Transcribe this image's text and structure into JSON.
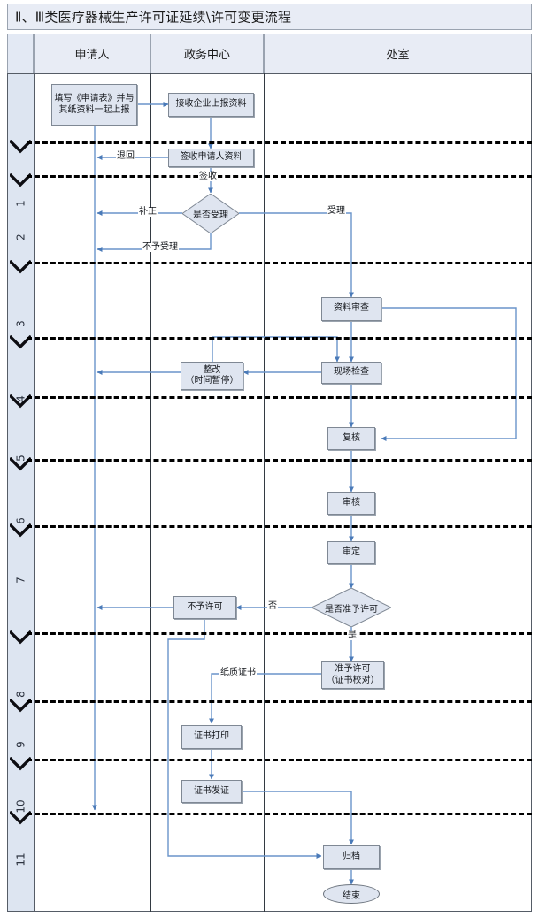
{
  "title": "Ⅱ、Ⅲ类医疗器械生产许可证延续\\许可变更流程",
  "colors": {
    "header_fill": "#e8ecf5",
    "box_fill": "#dfe5f0",
    "box_border": "#7f8894",
    "connector": "#5b87c5",
    "stage_fill": "#dde5f1",
    "lane_line": "#333a42",
    "dashed_line": "#000000"
  },
  "header": {
    "stage_label": "",
    "columns": [
      {
        "label": "申请人"
      },
      {
        "label": "政务中心"
      },
      {
        "label": "处室"
      }
    ]
  },
  "stages": [
    {
      "number": "1"
    },
    {
      "number": "2"
    },
    {
      "number": "3"
    },
    {
      "number": "4"
    },
    {
      "number": "5"
    },
    {
      "number": "6"
    },
    {
      "number": "7"
    },
    {
      "number": "8"
    },
    {
      "number": "9"
    },
    {
      "number": "10"
    },
    {
      "number": "11"
    }
  ],
  "nodes": [
    {
      "id": "fill-form",
      "shape": "process",
      "lane": "申请人",
      "text": "填写《申请表》并与其纸资料一起上报"
    },
    {
      "id": "receive-docs",
      "shape": "process",
      "lane": "政务中心",
      "text": "接收企业上报资料"
    },
    {
      "id": "sign-docs",
      "shape": "process",
      "lane": "政务中心",
      "text": "签收申请人资料"
    },
    {
      "id": "accept-decision",
      "shape": "decision",
      "lane": "政务中心",
      "text": "是否受理"
    },
    {
      "id": "doc-review",
      "shape": "process",
      "lane": "处室",
      "text": "资料审查"
    },
    {
      "id": "rectify",
      "shape": "process",
      "lane": "政务中心",
      "text": "整改\n（时间暂停）"
    },
    {
      "id": "site-check",
      "shape": "process",
      "lane": "处室",
      "text": "现场检查"
    },
    {
      "id": "re-review",
      "shape": "process",
      "lane": "处室",
      "text": "复核"
    },
    {
      "id": "examine",
      "shape": "process",
      "lane": "处室",
      "text": "审核"
    },
    {
      "id": "approve-set",
      "shape": "process",
      "lane": "处室",
      "text": "审定"
    },
    {
      "id": "permit-decision",
      "shape": "decision",
      "lane": "处室",
      "text": "是否准予许可"
    },
    {
      "id": "no-permit",
      "shape": "process",
      "lane": "政务中心",
      "text": "不予许可"
    },
    {
      "id": "grant-permit",
      "shape": "process",
      "lane": "处室",
      "text": "准予许可\n（证书校对）"
    },
    {
      "id": "print-cert",
      "shape": "process",
      "lane": "政务中心",
      "text": "证书打印"
    },
    {
      "id": "issue-cert",
      "shape": "process",
      "lane": "政务中心",
      "text": "证书发证"
    },
    {
      "id": "archive",
      "shape": "process",
      "lane": "处室",
      "text": "归档"
    },
    {
      "id": "end",
      "shape": "terminator",
      "lane": "处室",
      "text": "结束"
    }
  ],
  "edge_labels": [
    {
      "id": "label-return",
      "text": "退回"
    },
    {
      "id": "label-signed",
      "text": "签收"
    },
    {
      "id": "label-correct",
      "text": "补正"
    },
    {
      "id": "label-accept",
      "text": "受理"
    },
    {
      "id": "label-not-accept",
      "text": "不予受理"
    },
    {
      "id": "label-no",
      "text": "否"
    },
    {
      "id": "label-yes",
      "text": "是"
    },
    {
      "id": "label-paper-cert",
      "text": "纸质证书"
    }
  ]
}
